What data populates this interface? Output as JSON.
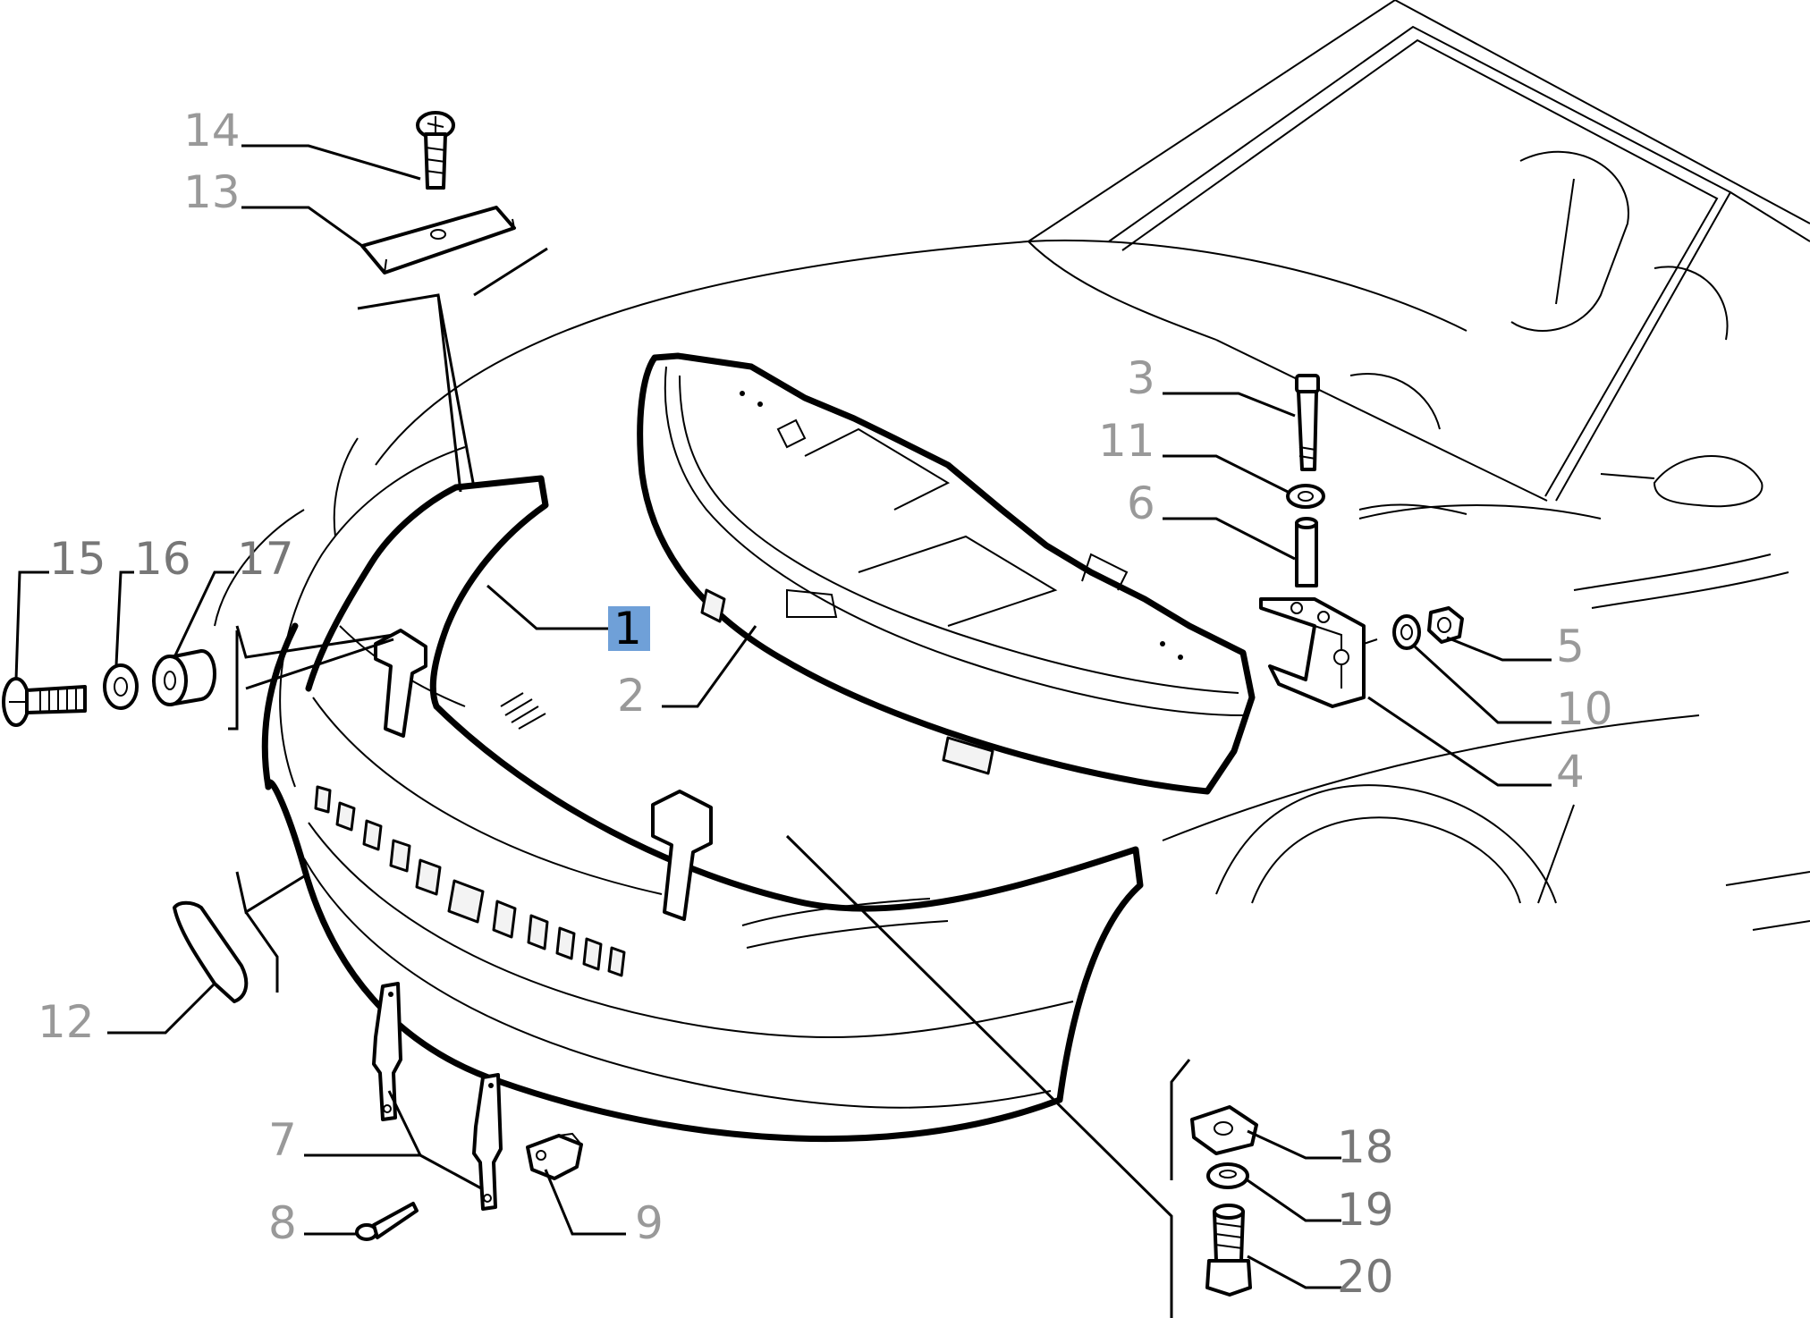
{
  "diagram": {
    "selected_callout": "1",
    "selection_color": "#6fa0d8",
    "callouts": [
      {
        "id": "1",
        "label": "1",
        "selected": true
      },
      {
        "id": "2",
        "label": "2"
      },
      {
        "id": "3",
        "label": "3"
      },
      {
        "id": "4",
        "label": "4"
      },
      {
        "id": "5",
        "label": "5"
      },
      {
        "id": "6",
        "label": "6"
      },
      {
        "id": "7",
        "label": "7"
      },
      {
        "id": "8",
        "label": "8"
      },
      {
        "id": "9",
        "label": "9"
      },
      {
        "id": "10",
        "label": "10"
      },
      {
        "id": "11",
        "label": "11"
      },
      {
        "id": "12",
        "label": "12"
      },
      {
        "id": "13",
        "label": "13"
      },
      {
        "id": "14",
        "label": "14"
      },
      {
        "id": "15",
        "label": "15"
      },
      {
        "id": "16",
        "label": "16"
      },
      {
        "id": "17",
        "label": "17"
      },
      {
        "id": "18",
        "label": "18"
      },
      {
        "id": "19",
        "label": "19"
      },
      {
        "id": "20",
        "label": "20"
      }
    ]
  }
}
